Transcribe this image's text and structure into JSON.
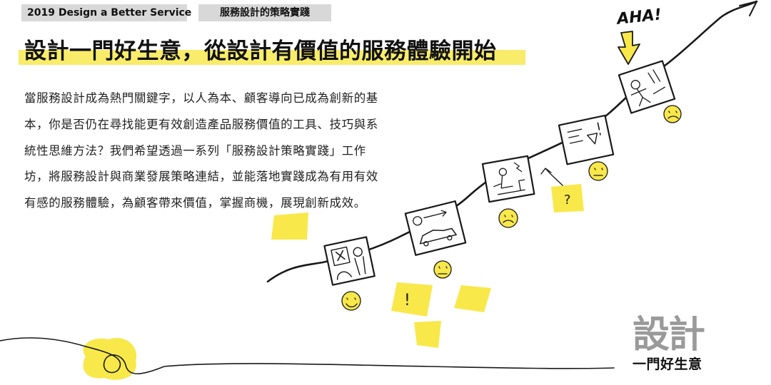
{
  "tags": {
    "year_event": "2019 Design a Better Service",
    "workshop_name": "服務設計的策略實踐"
  },
  "headline": "設計一門好生意，從設計有價值的服務體驗開始",
  "body_lines": [
    "當服務設計成為熱門關鍵字，以人為本、顧客導向已成為創新的基",
    "本，你是否仍在尋找能更有效創造產品服務價值的工具、技巧與系",
    "統性思維方法？我們希望透過一系列「服務設計策略實踐」工作",
    "坊，將服務設計與商業發展策略連結，並能落地實踐成為有用有效",
    "有感的服務體驗，為顧客帶來價值，掌握商機，展現創新成效。"
  ],
  "illustration": {
    "exclamation_text": "AHA!",
    "question_mark": "?",
    "exclamation_mark": "!",
    "yellow": "#f8e84a",
    "highlight_yellow": "#f8ec6a",
    "ink": "#1a1a1a"
  },
  "brand": {
    "line1": "設計",
    "line2": "一門好生意"
  }
}
